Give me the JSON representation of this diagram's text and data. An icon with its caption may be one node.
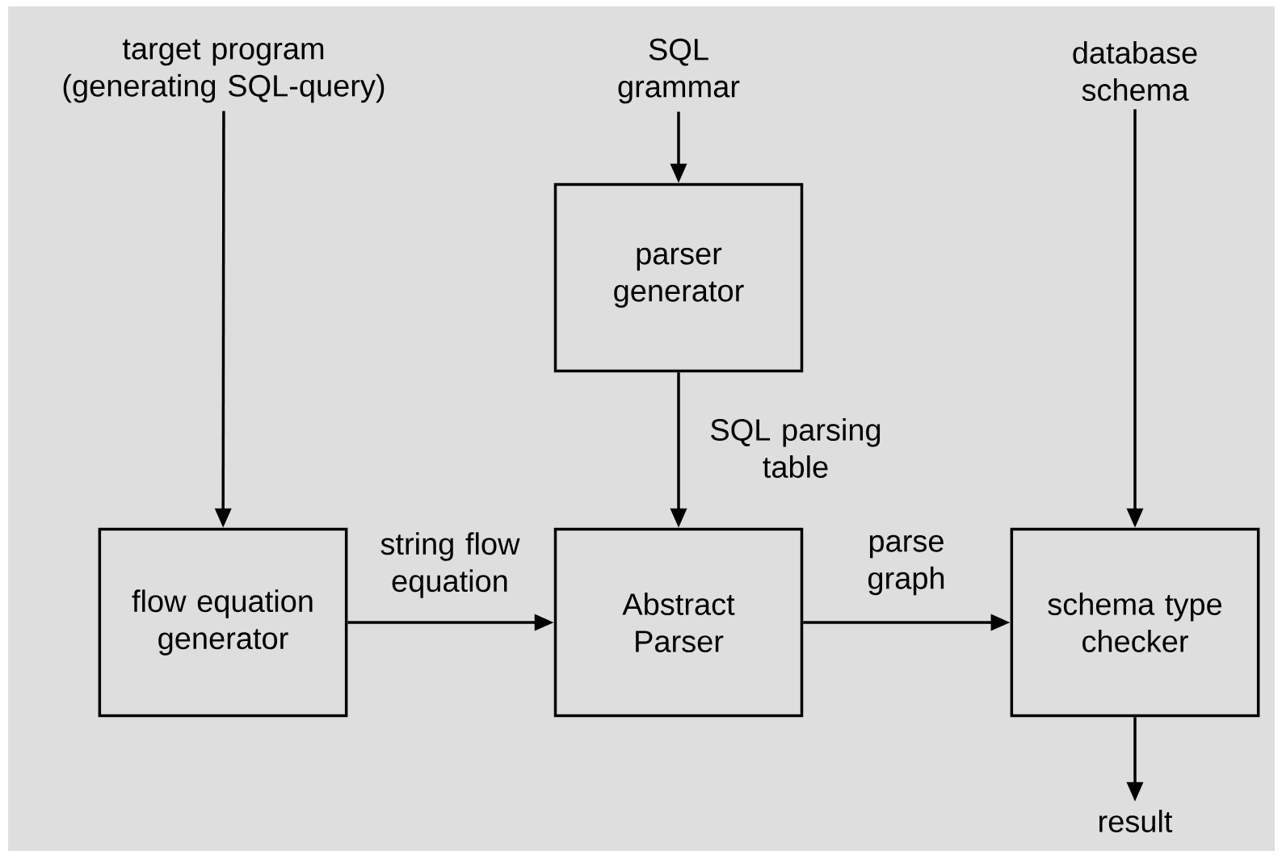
{
  "diagram": {
    "nodes": [
      {
        "text": [
          "target program (generating SQL-query)"
        ]
      },
      {
        "text": [
          "SQL grammar"
        ]
      },
      {
        "text": [
          "database schema"
        ]
      },
      {
        "text": [
          "parser generator"
        ]
      },
      {
        "text": [
          "flow equation generator"
        ]
      },
      {
        "text": [
          "Abstract Parser"
        ]
      },
      {
        "text": [
          "schema type checker"
        ]
      },
      {
        "text": [
          "result"
        ]
      }
    ],
    "edges": [
      {
        "from": 0,
        "to": 4,
        "arrow": "to"
      },
      {
        "from": 1,
        "to": 3,
        "arrow": "to"
      },
      {
        "from": 2,
        "to": 6,
        "arrow": "to"
      },
      {
        "from": 3,
        "to": 5,
        "arrow": "to",
        "label": "SQL parsing table"
      },
      {
        "from": 4,
        "to": 5,
        "arrow": "to",
        "label": "string flow equation"
      },
      {
        "from": 5,
        "to": 6,
        "arrow": "to",
        "label": "parse graph"
      },
      {
        "from": 6,
        "to": 7,
        "arrow": "to"
      }
    ]
  }
}
